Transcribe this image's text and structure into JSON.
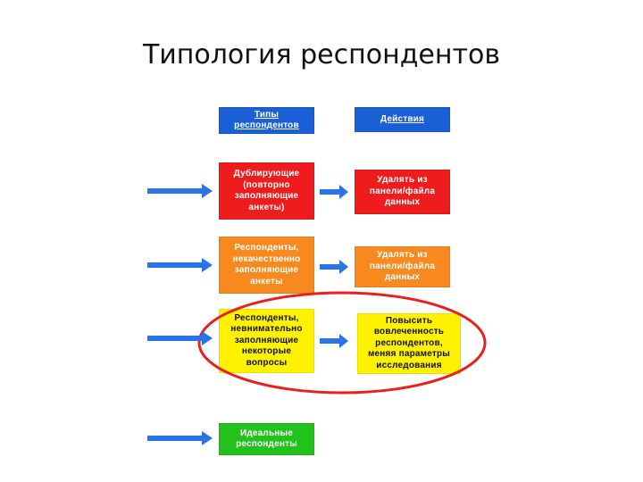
{
  "title": "Типология респондентов",
  "headers": {
    "types": "Типы\nреспондентов",
    "actions": "Действия"
  },
  "rows": [
    {
      "type": "Дублирующие\n(повторно\nзаполняющие\nанкеты)",
      "action": "Удалять из\nпанели/файла\nданных",
      "color": "#ee1c1c"
    },
    {
      "type": "Респонденты,\nнекачественно\nзаполняющие\nанкеты",
      "action": "Удалять из\nпанели/файла\nданных",
      "color": "#f7891f"
    },
    {
      "type": "Респонденты,\nневнимательно\nзаполняющие\nнекоторые\nвопросы",
      "action": "Повысить\nвовлеченность\nреспондентов,\nменяя параметры\nисследования",
      "color": "#fff200",
      "highlighted": true
    },
    {
      "type": "Идеальные\nреспонденты",
      "color": "#22c11c"
    }
  ],
  "colors": {
    "header_blue": "#1a5fd6",
    "arrow_blue": "#2a74e6",
    "highlight_ellipse": "#e8201f"
  }
}
